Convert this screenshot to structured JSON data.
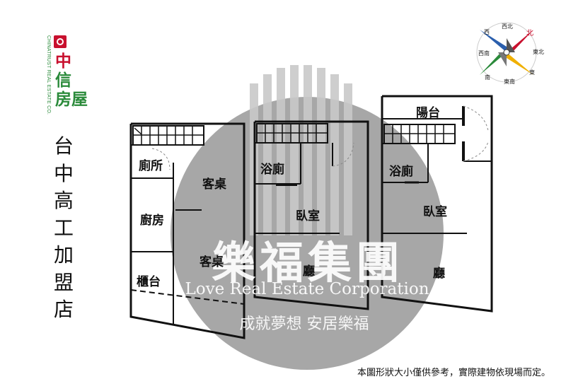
{
  "brand": {
    "name_cn": "中信房屋",
    "name_en": "CHINATRUST REAL ESTATE CO.",
    "store_name": "台中高工加盟店"
  },
  "disclaimer": "本圖形狀大小僅供參考，實際建物依現場而定。",
  "watermark": {
    "name_cn": "樂福集團",
    "name_en": "Love Real Estate Corporation",
    "slogan": "成就夢想 安居樂福"
  },
  "compass": {
    "north": "北",
    "northwest": "西北",
    "northeast": "東北",
    "west": "西",
    "east": "東",
    "southwest": "西南",
    "south": "南",
    "southeast": "東南"
  },
  "floors": [
    {
      "rooms": {
        "bathroom": "廁所",
        "dining_upper": "客桌",
        "kitchen": "廚房",
        "dining_lower": "客桌",
        "counter": "櫃台"
      }
    },
    {
      "rooms": {
        "bathroom": "浴廁",
        "bedroom": "臥室",
        "hall": "廳"
      }
    },
    {
      "rooms": {
        "balcony": "陽台",
        "bathroom": "浴廁",
        "bedroom": "臥室",
        "hall": "廳"
      }
    }
  ],
  "colors": {
    "brand_green": "#2a8a3a",
    "brand_red": "#c8102e",
    "watermark_gray": "#9a9a9a",
    "wall": "#111111"
  }
}
